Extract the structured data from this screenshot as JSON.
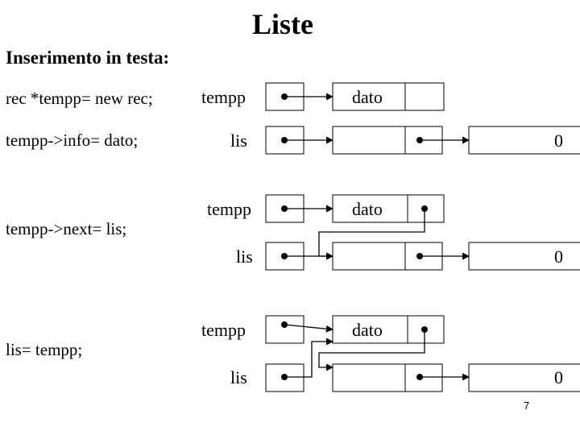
{
  "title": "Liste",
  "subtitle": "Inserimento in testa:",
  "steps": [
    {
      "code": "rec *tempp= new rec;",
      "label": "tempp",
      "value": "dato"
    },
    {
      "code": "tempp->info= dato;",
      "label": "lis",
      "value": "0"
    },
    {
      "code": "tempp->next= lis;",
      "label_a": "tempp",
      "value_a": "dato",
      "label_b": "lis",
      "value_b": "0"
    },
    {
      "code": "lis= tempp;",
      "label_a": "tempp",
      "value_a": "dato",
      "label_b": "lis",
      "value_b": "0"
    }
  ],
  "page_number": "7"
}
